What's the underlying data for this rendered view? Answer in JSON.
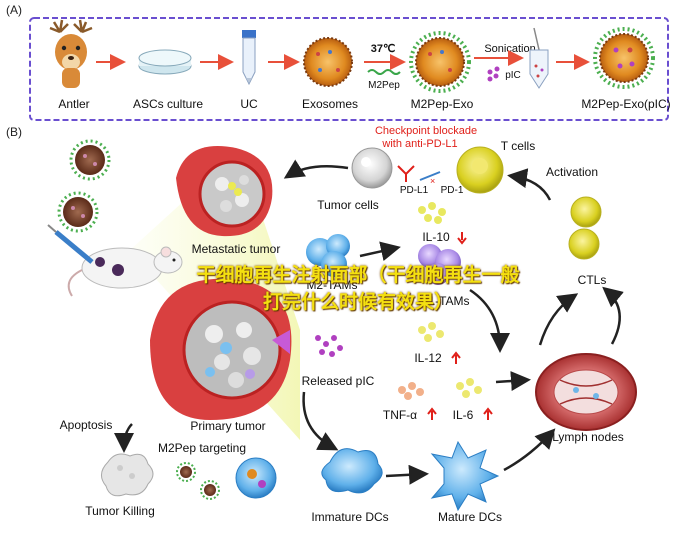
{
  "panel_a": {
    "label": "(A)",
    "steps": [
      "Antler",
      "ASCs culture",
      "UC",
      "Exosomes",
      "M2Pep-Exo",
      "M2Pep-Exo(pIC)"
    ],
    "temperature": "37℃",
    "m2pep_label": "M2Pep",
    "sonication_label": "Sonication",
    "pic_label": "pIC"
  },
  "panel_b": {
    "label": "(B)",
    "checkpoint_line1": "Checkpoint blockade",
    "checkpoint_line2": "with anti-PD-L1",
    "t_cells": "T cells",
    "pd_l1": "PD-L1",
    "pd_1": "PD-1",
    "activation": "Activation",
    "tumor_cells": "Tumor cells",
    "metastatic_tumor": "Metastatic tumor",
    "il10": "IL-10",
    "ctls": "CTLs",
    "m2_tams": "M2-TAMs",
    "m1_tams": "M1-TAMs",
    "il12": "IL-12",
    "released_pic": "Released pIC",
    "tnf": "TNF-α",
    "il6": "IL-6",
    "primary_tumor": "Primary tumor",
    "apoptosis": "Apoptosis",
    "m2pep_targeting": "M2Pep targeting",
    "tumor_killing": "Tumor Killing",
    "immature_dcs": "Immature DCs",
    "mature_dcs": "Mature DCs",
    "lymph_nodes": "Lymph nodes"
  },
  "overlay_text": "干细胞再生注射面部（干细胞再生一般打完什么时候有效果）",
  "colors": {
    "panel_border": "#6a4fd0",
    "arrow_red": "#e8503a",
    "checkpoint_red": "#e0201a",
    "overlay_yellow": "#f4e010"
  }
}
